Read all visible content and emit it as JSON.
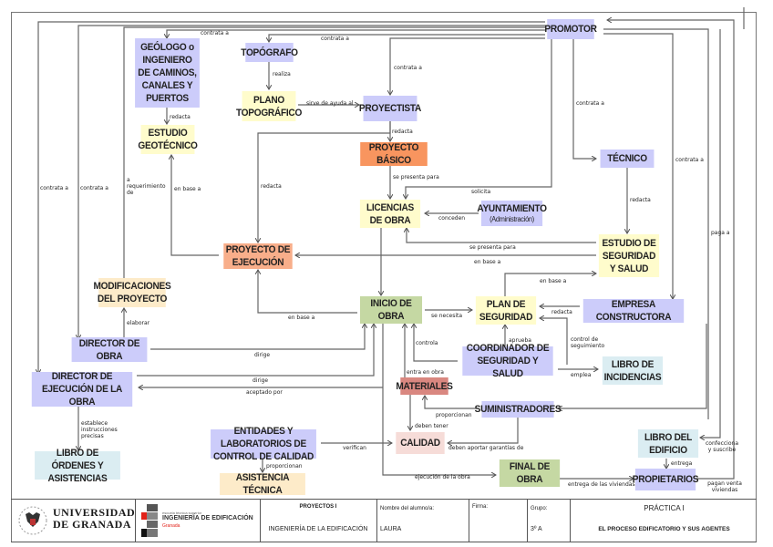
{
  "diagram": {
    "title": "El proceso edificatorio y sus agentes",
    "nodes": {
      "promotor": {
        "label": "PROMOTOR"
      },
      "geologo": {
        "label": "GEÓLOGO o INGENIERO DE CAMINOS, CANALES Y PUERTOS"
      },
      "topografo": {
        "label": "TOPÓGRAFO"
      },
      "plano": {
        "label": "PLANO TOPOGRÁFICO"
      },
      "proyectista": {
        "label": "PROYECTISTA"
      },
      "estudio_geo": {
        "label": "ESTUDIO GEOTÉCNICO"
      },
      "proyecto_basico": {
        "label": "PROYECTO BÁSICO"
      },
      "tecnico": {
        "label": "TÉCNICO"
      },
      "licencias": {
        "label": "LICENCIAS DE OBRA"
      },
      "ayuntamiento": {
        "label": "AYUNTAMIENTO",
        "sub": "(Administración)"
      },
      "proyecto_ejecucion": {
        "label": "PROYECTO DE EJECUCIÓN"
      },
      "estudio_seguridad": {
        "label": "ESTUDIO DE SEGURIDAD Y SALUD"
      },
      "modificaciones": {
        "label": "MODIFICACIONES DEL PROYECTO"
      },
      "inicio_obra": {
        "label": "INICIO DE OBRA"
      },
      "plan_seguridad": {
        "label": "PLAN DE SEGURIDAD"
      },
      "empresa_constructora": {
        "label": "EMPRESA CONSTRUCTORA"
      },
      "director_obra": {
        "label": "DIRECTOR DE OBRA"
      },
      "coordinador": {
        "label": "COORDINADOR DE SEGURIDAD Y SALUD"
      },
      "libro_incidencias": {
        "label": "LIBRO DE INCIDENCIAS"
      },
      "director_ejecucion": {
        "label": "DIRECTOR DE EJECUCIÓN DE LA OBRA"
      },
      "materiales": {
        "label": "MATERIALES"
      },
      "suministradores": {
        "label": "SUMINISTRADORES"
      },
      "libro_ordenes": {
        "label": "LIBRO DE ÓRDENES Y ASISTENCIAS"
      },
      "entidades": {
        "label": "ENTIDADES Y LABORATORIOS DE CONTROL DE CALIDAD"
      },
      "calidad": {
        "label": "CALIDAD"
      },
      "libro_edificio": {
        "label": "LIBRO DEL EDIFICIO"
      },
      "asistencia": {
        "label": "ASISTENCIA TÉCNICA"
      },
      "final_obra": {
        "label": "FINAL DE OBRA"
      },
      "propietarios": {
        "label": "PROPIETARIOS"
      }
    },
    "edge_labels": {
      "contrata_geologo": "contrata a",
      "contrata_topografo": "contrata a",
      "contrata_proyectista": "contrata a",
      "contrata_tecnico": "contrata a",
      "contrata_empresa": "contrata a",
      "contrata_dir_ejec": "contrata a",
      "contrata_dir_obra": "contrata a",
      "paga_a": "paga a",
      "realiza": "realiza",
      "sirve_ayuda": "sirve de ayuda al",
      "redacta_geo": "redacta",
      "redacta_basico": "redacta",
      "redacta_ejec": "redacta",
      "redacta_ess": "redacta",
      "redacta_plan": "redacta",
      "requerimiento": "a requerimiento de",
      "en_base_geo": "en base a",
      "se_presenta_basico": "se presenta para",
      "solicita": "solicita",
      "conceden": "conceden",
      "se_presenta_ess": "se presenta para",
      "en_base_ess": "en base a",
      "en_base_plan": "en base a",
      "se_necesita": "se necesita",
      "en_base_inicio": "en base a",
      "elaborar": "elaborar",
      "dirige_obra": "dirige",
      "dirige_ejec": "dirige",
      "aceptado_por": "aceptado por",
      "controla": "controla",
      "aprueba": "aprueba",
      "control_seguimiento": "control de seguimiento",
      "emplea": "emplea",
      "entra_obra": "entra en obra",
      "proporcionan_mat": "proporcionan",
      "deben_tener": "deben tener",
      "deben_aportar": "deben aportar garantías de",
      "verifican": "verifican",
      "proporcionan_asist": "proporcionan",
      "establece": "establece instrucciones precisas",
      "ejecucion_obra": "ejecución de la obra",
      "entrega_viviendas": "entrega de las viviendas",
      "entrega": "entrega",
      "confecciona": "confecciona y suscribe",
      "pagan_venta": "pagan venta viviendas"
    }
  },
  "footer": {
    "university_line1": "UNIVERSIDAD",
    "university_line2": "DE GRANADA",
    "school_small": "escuela técnica superior",
    "school_name": "INGENIERÍA DE EDIFICACIÓN",
    "school_city": "Granada",
    "course_label": "PROYECTOS I",
    "course_value": "INGENIERÍA DE LA EDIFICACIÓN",
    "student_label": "Nombre del alumno/a:",
    "student_value": "LAURA",
    "signature_label": "Firma:",
    "group_label": "Grupo:",
    "group_value": "3º A",
    "practice_title": "PRÁCTICA I",
    "practice_subtitle": "EL PROCESO EDIFICATORIO Y SUS AGENTES",
    "colors": {
      "school_red": "#e2231a",
      "dark": "#1a1a1a",
      "gray": "#666666"
    }
  }
}
